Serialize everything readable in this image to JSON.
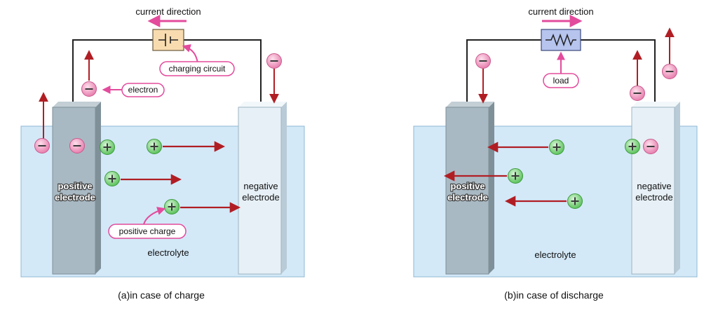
{
  "charge": {
    "current_direction": "current direction",
    "charging_circuit": "charging circuit",
    "electron": "electron",
    "positive_charge": "positive charge",
    "positive_electrode": [
      "positive",
      "electrode"
    ],
    "negative_electrode": [
      "negative",
      "electrode"
    ],
    "electrolyte": "electrolyte",
    "caption": "(a)in case of charge"
  },
  "discharge": {
    "current_direction": "current direction",
    "load": "load",
    "positive_electrode": [
      "positive",
      "electrode"
    ],
    "negative_electrode": [
      "negative",
      "electrode"
    ],
    "electrolyte": "electrolyte",
    "caption": "(b)in case of discharge"
  },
  "colors": {
    "electrolyte": "#d3e9f8",
    "positive_electrode": "#a9b9c3",
    "negative_electrode": "#e6f0f6",
    "arrow_red": "#b01e24",
    "pink": "#e34b9c",
    "plus_ion": "#7fd47f",
    "minus_ion": "#f4a7c8",
    "battery_box": "#f8dcb0",
    "load_box": "#b6c4ee"
  },
  "icons": {
    "battery": "battery-icon",
    "resistor": "resistor-icon",
    "plus_ion": "plus-ion-icon",
    "minus_ion": "minus-ion-icon"
  }
}
